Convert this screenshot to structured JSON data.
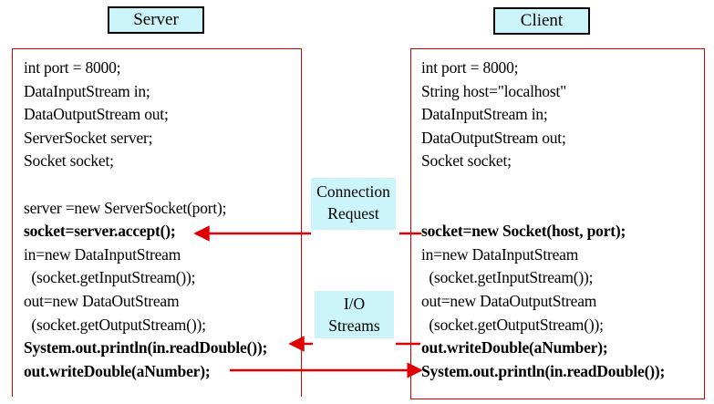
{
  "server": {
    "title": "Server",
    "code": [
      {
        "text": "int port = 8000;",
        "bold": false
      },
      {
        "text": "DataInputStream in;",
        "bold": false
      },
      {
        "text": "DataOutputStream out;",
        "bold": false
      },
      {
        "text": "ServerSocket server;",
        "bold": false
      },
      {
        "text": "Socket socket;",
        "bold": false
      },
      {
        "text": "",
        "bold": false
      },
      {
        "text": "server =new ServerSocket(port);",
        "bold": false
      },
      {
        "text": "socket=server.accept();",
        "bold": true
      },
      {
        "text": "in=new DataInputStream",
        "bold": false
      },
      {
        "text": "  (socket.getInputStream());",
        "bold": false
      },
      {
        "text": "out=new DataOutStream",
        "bold": false
      },
      {
        "text": "  (socket.getOutputStream());",
        "bold": false
      },
      {
        "text": "System.out.println(in.readDouble());",
        "bold": true
      },
      {
        "text": "out.writeDouble(aNumber);",
        "bold": true
      }
    ]
  },
  "client": {
    "title": "Client",
    "code": [
      {
        "text": "int port = 8000;",
        "bold": false
      },
      {
        "text": "String host=\"localhost\"",
        "bold": false
      },
      {
        "text": "DataInputStream in;",
        "bold": false
      },
      {
        "text": "DataOutputStream out;",
        "bold": false
      },
      {
        "text": "Socket socket;",
        "bold": false
      },
      {
        "text": "",
        "bold": false
      },
      {
        "text": "",
        "bold": false
      },
      {
        "text": "socket=new Socket(host, port);",
        "bold": true
      },
      {
        "text": "in=new DataInputStream",
        "bold": false
      },
      {
        "text": "  (socket.getInputStream());",
        "bold": false
      },
      {
        "text": "out=new DataOutputStream",
        "bold": false
      },
      {
        "text": "  (socket.getOutputStream());",
        "bold": false
      },
      {
        "text": "out.writeDouble(aNumber);",
        "bold": true
      },
      {
        "text": "System.out.println(in.readDouble());",
        "bold": true
      }
    ]
  },
  "labels": {
    "connection_line1": "Connection",
    "connection_line2": "Request",
    "io_line1": "I/O",
    "io_line2": "Streams"
  },
  "colors": {
    "arrow": "#e00000",
    "panel_border": "#d40000",
    "label_fill": "#ccf5fb"
  }
}
